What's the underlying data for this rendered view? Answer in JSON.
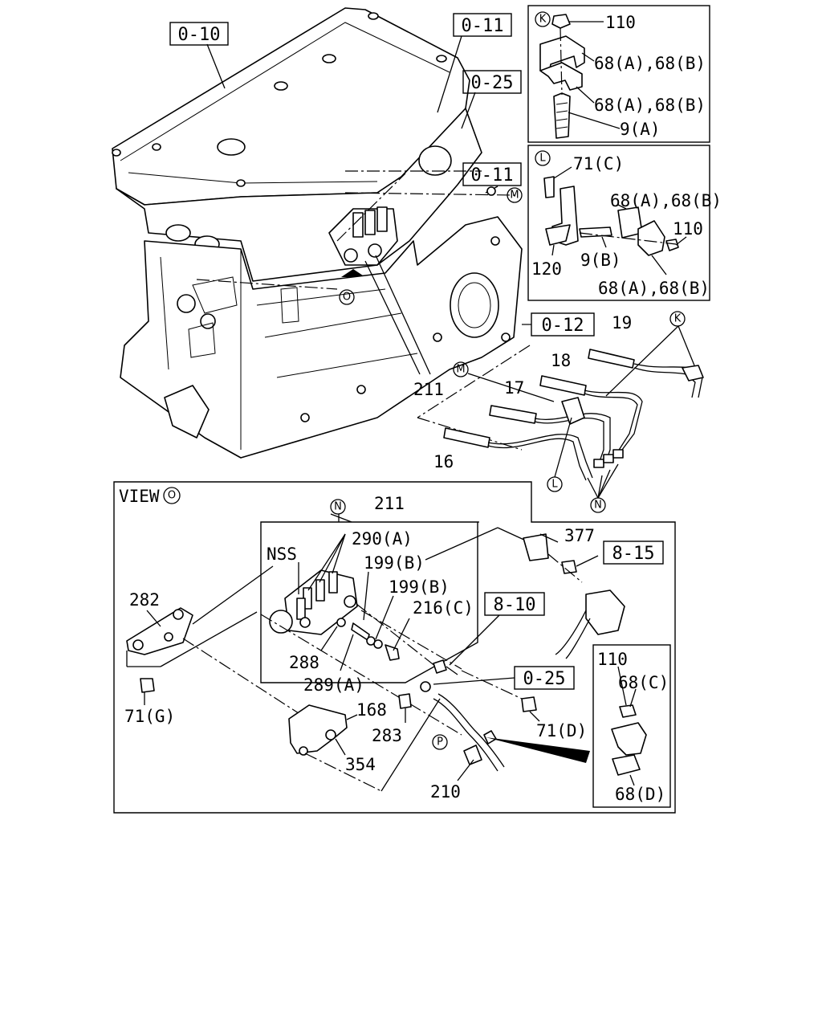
{
  "references": {
    "r_0_10": "0-10",
    "r_0_11_top": "0-11",
    "r_0_25_top": "0-25",
    "r_0_11_mid": "0-11",
    "r_0_12": "0-12",
    "r_8_15": "8-15",
    "r_8_10": "8-10",
    "r_0_25_view": "0-25"
  },
  "detail_k": {
    "marker": "K",
    "labels": [
      "110",
      "68(A),68(B)",
      "68(A),68(B)",
      "9(A)"
    ]
  },
  "detail_l": {
    "marker": "L",
    "labels": [
      "71(C)",
      "68(A),68(B)",
      "110",
      "9(B)",
      "120",
      "68(A),68(B)"
    ]
  },
  "main_labels": {
    "m_marker": "M",
    "o_marker": "O",
    "k_marker": "K",
    "l_marker": "L",
    "n_marker": "N",
    "p211": "211",
    "p19": "19",
    "p18": "18",
    "p17": "17",
    "p16": "16"
  },
  "view_o": {
    "title": "VIEW",
    "title_marker": "O",
    "labels": {
      "p211": "211",
      "n_marker": "N",
      "nss": "NSS",
      "p290a": "290(A)",
      "p199b_1": "199(B)",
      "p199b_2": "199(B)",
      "p216c": "216(C)",
      "p377": "377",
      "p282": "282",
      "p288": "288",
      "p289a": "289(A)",
      "p71g": "71(G)",
      "p168": "168",
      "p283": "283",
      "p71d": "71(D)",
      "p354": "354",
      "p_marker": "P",
      "p210": "210"
    }
  },
  "detail_p": {
    "labels": [
      "110",
      "68(C)",
      "68(D)"
    ]
  }
}
